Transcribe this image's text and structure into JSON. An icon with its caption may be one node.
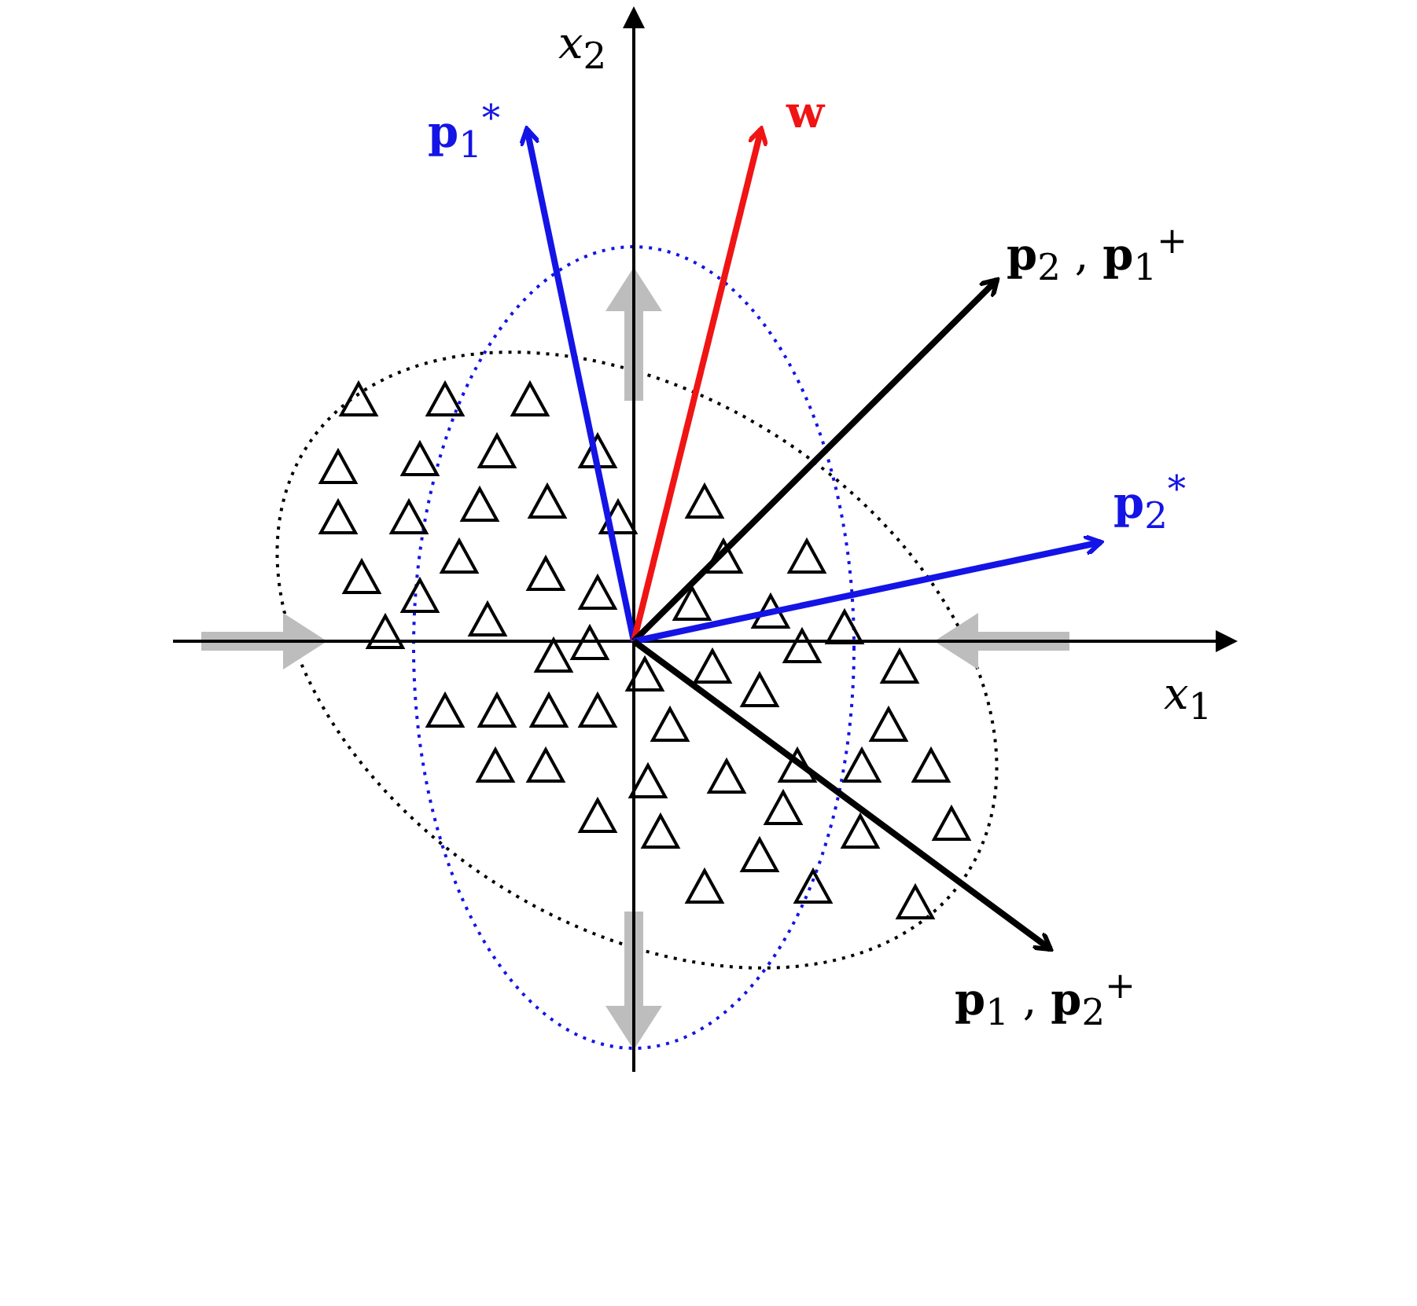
{
  "diagram": {
    "labels": [
      "*x*$_{2}$",
      "**p**$_{1}$$^{*}$",
      "**w**",
      "**p**$_{2}$ , **p**$_{1}$$^{+}$",
      "**p**$_{2}$$^{*}$",
      "*x*$_{1}$",
      "**p**$_{1}$ , **p**$_{2}$$^{+}$"
    ]
  }
}
